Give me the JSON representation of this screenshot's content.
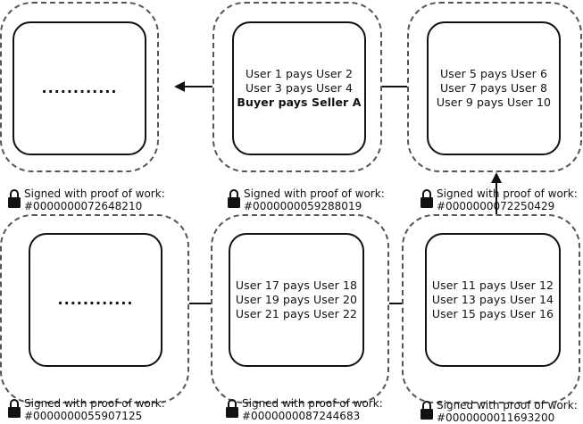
{
  "blocks": [
    {
      "lines": [],
      "ellipsis": "............",
      "signature": {
        "label": "Signed with proof of work:",
        "hash": "#0000000072648210"
      }
    },
    {
      "lines": [
        {
          "text": "User 1 pays User 2",
          "bold": false
        },
        {
          "text": "User 3 pays User 4",
          "bold": false
        },
        {
          "text": "Buyer pays Seller A",
          "bold": true
        }
      ],
      "signature": {
        "label": "Signed with proof of work:",
        "hash": "#0000000059288019"
      }
    },
    {
      "lines": [
        {
          "text": "User 5 pays User 6",
          "bold": false
        },
        {
          "text": "User 7 pays User 8",
          "bold": false
        },
        {
          "text": "User 9 pays User 10",
          "bold": false
        }
      ],
      "signature": {
        "label": "Signed with proof of work:",
        "hash": "#0000000072250429"
      }
    },
    {
      "lines": [],
      "ellipsis": "............",
      "signature": {
        "label": "Signed with proof of work:",
        "hash": "#0000000055907125"
      }
    },
    {
      "lines": [
        {
          "text": "User 17 pays User 18",
          "bold": false
        },
        {
          "text": "User 19 pays User 20",
          "bold": false
        },
        {
          "text": "User 21 pays User 22",
          "bold": false
        }
      ],
      "signature": {
        "label": "Signed with proof of work:",
        "hash": "#0000000087244683"
      }
    },
    {
      "lines": [
        {
          "text": "User 11 pays User 12",
          "bold": false
        },
        {
          "text": "User 13 pays User 14",
          "bold": false
        },
        {
          "text": "User 15 pays User 16",
          "bold": false
        }
      ],
      "signature": {
        "label": "Signed with proof of work:",
        "hash": "#0000000011693200"
      }
    }
  ],
  "colors": {
    "outer_border": "#555555",
    "inner_border": "#111111",
    "arrow": "#111111"
  },
  "icons": {
    "signature": "padlock-icon"
  }
}
